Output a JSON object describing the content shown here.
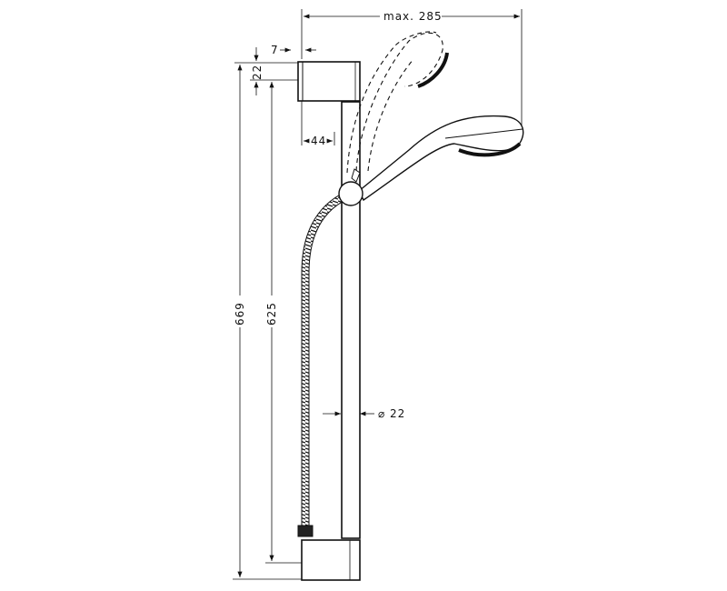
{
  "diagram": {
    "subject": "shower rail set technical drawing",
    "dimensions": {
      "max_reach": "max. 285",
      "wall_bracket_offset": "7",
      "bracket_height": "22",
      "rail_offset": "44",
      "rail_diameter": "⌀ 22",
      "overall_height": "669",
      "rail_length": "625"
    },
    "components": [
      "wall-bracket-top",
      "slide-rail",
      "slider-holder",
      "hand-shower",
      "hand-shower-alt-position",
      "shower-hose",
      "wall-bracket-bottom"
    ],
    "colors": {
      "line": "#111111",
      "background": "#ffffff"
    }
  }
}
